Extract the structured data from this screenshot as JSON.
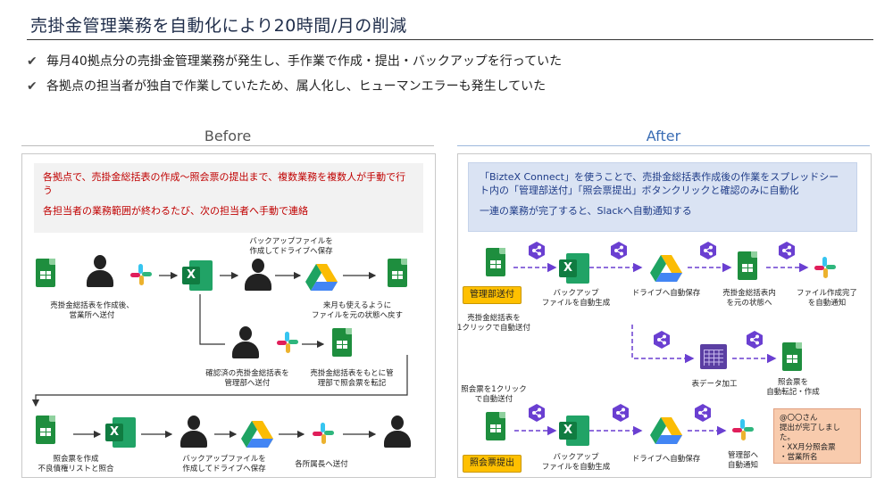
{
  "title": "売掛金管理業務を自動化により20時間/月の削減",
  "bullets": [
    {
      "check": "✔",
      "text": "毎月40拠点分の売掛金管理業務が発生し、手作業で作成・提出・バックアップを行っていた"
    },
    {
      "check": "✔",
      "text": "各拠点の担当者が独自で作業していたため、属人化し、ヒューマンエラーも発生していた"
    }
  ],
  "before": {
    "heading": "Before",
    "note1": "各拠点で、売掛金総括表の作成～照会票の提出まで、複数業務を複数人が手動で行う",
    "note2": "各担当者の業務範囲が終わるたび、次の担当者へ手動で連絡",
    "labels": {
      "backup_top1": "バックアップファイルを",
      "backup_top2": "作成してドライブへ保存",
      "create1": "売掛金総括表を作成後、",
      "create2": "営業所へ送付",
      "nextmonth1": "来月も使えるように",
      "nextmonth2": "ファイルを元の状態へ戻す",
      "confirmed1": "確認済の売掛金総括表を",
      "confirmed2": "管理部へ送付",
      "transcribe1": "売掛金総括表をもとに管",
      "transcribe2": "理部で照会票を転記",
      "create_inq1": "照会票を作成",
      "create_inq2": "不良債権リストと照合",
      "backup_bot1": "バックアップファイルを",
      "backup_bot2": "作成してドライブへ保存",
      "send_heads": "各所属長へ送付"
    }
  },
  "after": {
    "heading": "After",
    "note1": "「BizteX Connect」を使うことで、売掛金総括表作成後の作業をスプレッドシート内の「管理部送付」「照会票提出」ボタンクリックと確認のみに自動化",
    "note2": "一連の業務が完了すると、Slackへ自動通知する",
    "buttons": {
      "send_mgmt": "管理部送付",
      "submit_inq": "照会票提出"
    },
    "labels": {
      "oneclick1": "売掛金総括表を",
      "oneclick2": "1クリックで自動送付",
      "autobackup1": "バックアップ",
      "autobackup2": "ファイルを自動生成",
      "drive_save": "ドライブへ自動保存",
      "restore1": "売掛金総括表内",
      "restore2": "を元の状態へ",
      "notify1": "ファイル作成完了",
      "notify2": "を自動通知",
      "table_proc": "表データ加工",
      "inq_auto1": "照会票を",
      "inq_auto2": "自動転記・作成",
      "inq_click1": "照会票を1クリック",
      "inq_click2": "で自動送付",
      "autobackup3": "バックアップ",
      "autobackup4": "ファイルを自動生成",
      "drive_save2": "ドライブへ自動保存",
      "mgmt_notify1": "管理部へ",
      "mgmt_notify2": "自動通知"
    },
    "message": {
      "line1": "@〇〇さん",
      "line2": "提出が完了しました。",
      "line3": "・XX月分照会票",
      "line4": "・営業所名"
    }
  },
  "colors": {
    "accent_red": "#c00000",
    "accent_blue": "#1f3c88",
    "bizte_purple": "#6a3fd1",
    "button_yellow": "#ffc000"
  }
}
